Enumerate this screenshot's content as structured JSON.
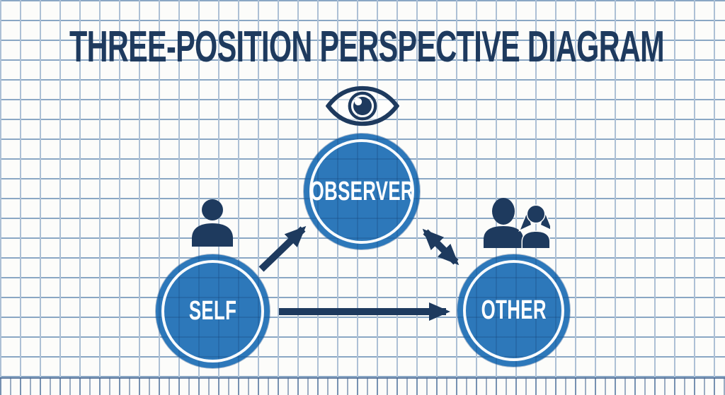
{
  "title": "THREE-POSITION PERSPECTIVE DIAGRAM",
  "nodes": {
    "observer": {
      "label": "OBSERVER",
      "icon": "eye-icon"
    },
    "self": {
      "label": "SELF",
      "icon": "person-icon"
    },
    "other": {
      "label": "OTHER",
      "icon": "people-icon"
    }
  },
  "connections": [
    {
      "from": "SELF",
      "to": "OBSERVER",
      "style": "single-arrow"
    },
    {
      "from": "OBSERVER",
      "to": "OTHER",
      "style": "double-arrow"
    },
    {
      "from": "SELF",
      "to": "OTHER",
      "style": "single-arrow"
    }
  ],
  "colors": {
    "navy": "#1e3a5e",
    "circle_blue": "#2d78ba",
    "label_white": "#ffffff",
    "grid_vertical": "#adc0d5",
    "grid_horizontal": "#8aa7c4",
    "background": "#fcfcfa"
  }
}
